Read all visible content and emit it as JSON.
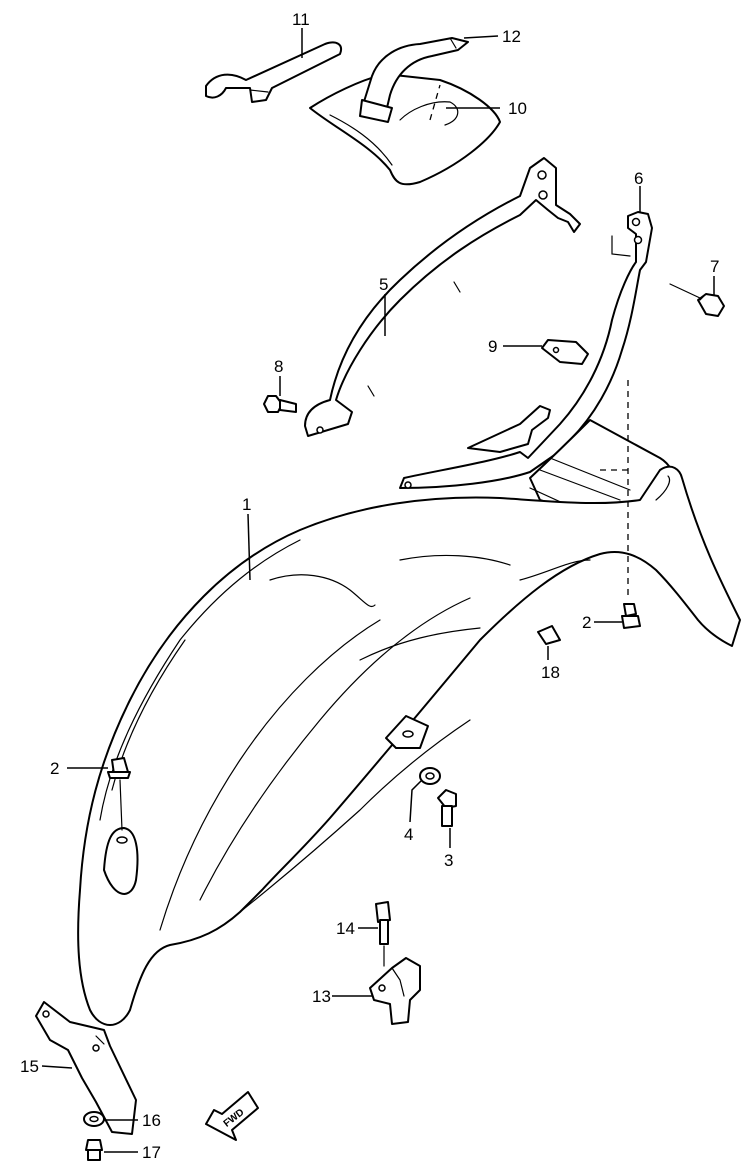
{
  "callouts": {
    "c1": "1",
    "c2a": "2",
    "c2b": "2",
    "c3": "3",
    "c4": "4",
    "c5": "5",
    "c6": "6",
    "c7": "7",
    "c8": "8",
    "c9": "9",
    "c10": "10",
    "c11": "11",
    "c12": "12",
    "c13": "13",
    "c14": "14",
    "c15": "15",
    "c16": "16",
    "c17": "17",
    "c18": "18"
  },
  "fwd_badge": "FWD",
  "parts": {
    "rear_fender": "rear-fender",
    "seat_cover": "seat-cover",
    "lever_part": "lever",
    "strap": "strap",
    "grab_rail_left": "grab-rail-left",
    "grab_rail_right": "grab-rail-right",
    "bracket_9": "bracket",
    "bracket_13": "bracket",
    "reflector_bracket": "reflector-bracket",
    "pad_18": "pad"
  }
}
